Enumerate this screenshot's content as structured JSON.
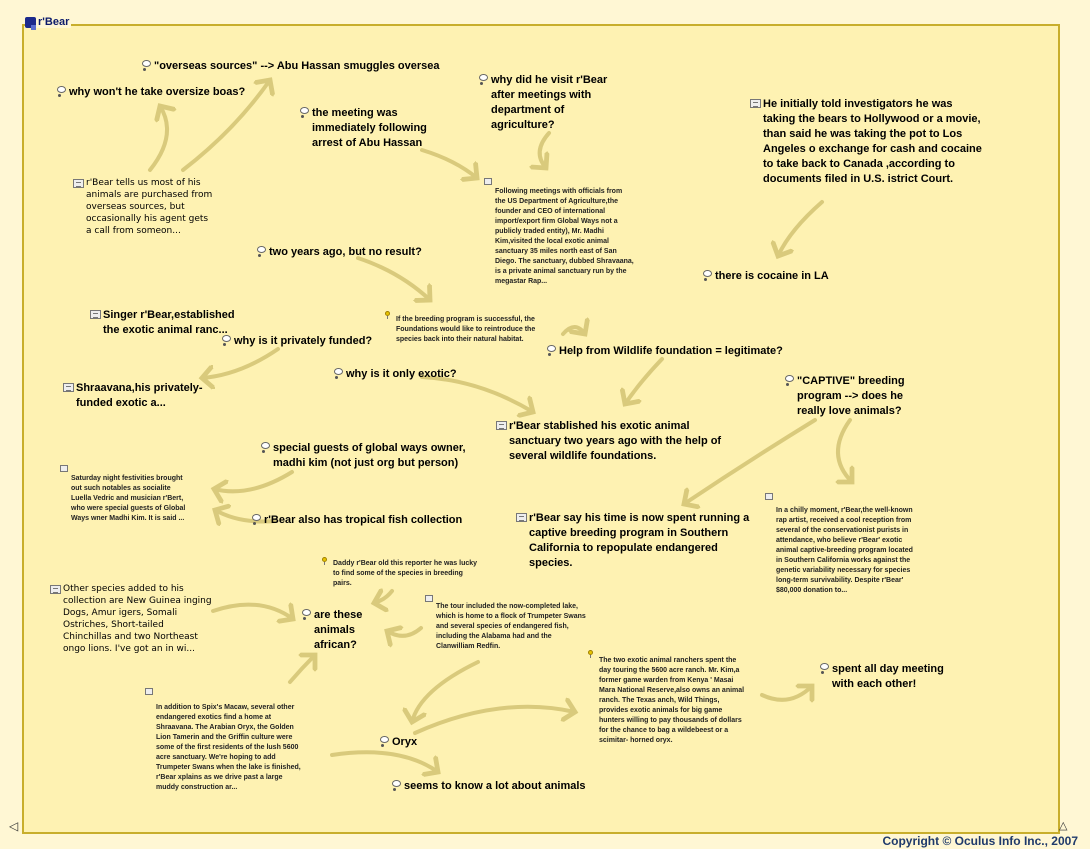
{
  "app": {
    "title": "r'Bear",
    "copyright": "Copyright © Oculus Info Inc., 2007"
  },
  "icons": {
    "thought": "thought-bubble-icon",
    "note": "note-icon",
    "doc": "document-icon",
    "bulb": "lightbulb-icon",
    "nav_left": "triangle-left-icon",
    "nav_up": "triangle-up-icon"
  },
  "colors": {
    "panel": "#fef2b2",
    "border": "#c8ae2c",
    "link": "#d9ca7c",
    "copyright": "#1f3a6b"
  },
  "nodes": {
    "n1": "\"overseas sources\" --> Abu Hassan smuggles oversea",
    "n2": "why won't he take oversize boas?",
    "n3": "the meeting was immediately following arrest of Abu Hassan",
    "n4": "why did he visit r'Bear after meetings with department of agriculture?",
    "n5": "He initially told investigators he was taking the bears to Hollywood or a movie, than said he was taking the pot to Los Angeles o exchange for cash and cocaine to take back to Canada ,according to documents filed in U.S. istrict Court.",
    "n6": "r'Bear tells us most of his animals are purchased from overseas sources, but occasionally his agent gets a call from someon...",
    "n7": "Following meetings with officials from the US Department of Agriculture,the founder and CEO of international import/export firm Global Ways not a publicly traded entity), Mr. Madhi Kim,visited the local exotic animal sanctuary 35 miles north east of San Diego. The sanctuary, dubbed Shravaana, is a private animal sanctuary run by the megastar Rap...",
    "n8": "two years ago, but no result?",
    "n9": "there is cocaine in LA",
    "n10": "Singer r'Bear,established the exotic animal ranc...",
    "n11": "If the breeding program is successful, the Foundations would like to reintroduce the species back into their natural habitat.",
    "n12": "why is it privately funded?",
    "n13": "Help from Wildlife foundation = legitimate?",
    "n14": "why is it only exotic?",
    "n15": "Shraavana,his privately-funded exotic a...",
    "n16": "\"CAPTIVE\" breeding program --> does he really love animals?",
    "n17": "r'Bear stablished his exotic animal sanctuary two years ago with the help of several wildlife foundations.",
    "n18": "special guests of global ways owner, madhi kim (not just org but person)",
    "n19": "Saturday night festivities brought out such notables as socialite Luella Vedric and musician r'Bert, who were special guests of Global Ways wner Madhi Kim. It is said ...",
    "n20": "r'Bear also has tropical fish collection",
    "n21": "r'Bear say his time is now spent running a captive breeding program in Southern California to repopulate endangered species.",
    "n22": "In a chilly moment, r'Bear,the well-known rap artist, received a cool reception from several of the conservationist purists in attendance, who believe r'Bear' exotic animal captive-breeding program located in Southern California works against the genetic variability necessary for species long-term survivability. Despite r'Bear' $80,000 donation to...",
    "n23": "Daddy r'Bear old this reporter he was lucky to find some of the species in breeding pairs.",
    "n24": "Other species added to his collection are New Guinea inging Dogs, Amur igers, Somali Ostriches, Short-tailed Chinchillas and two Northeast ongo lions. I've got an in wi...",
    "n25": "are these animals african?",
    "n26": "The tour included the now-completed lake, which is home to a flock of Trumpeter Swans and several species of endangered fish, including the Alabama had and the Clanwilliam Redfin.",
    "n27": "The two exotic animal ranchers spent the day touring the 5600 acre ranch. Mr. Kim,a former game warden from Kenya ' Masai Mara National Reserve,also owns an animal ranch. The Texas anch, Wild Things, provides exotic animals for big game hunters willing to pay thousands of dollars for the chance to bag a wildebeest or a scimitar- horned oryx.",
    "n28": "spent all day meeting with each other!",
    "n29": "In addition to Spix's Macaw, several other endangered exotics find a home at Shraavana. The Arabian Oryx, the Golden Lion Tamerin and the Griffin culture were some of the first residents of the lush 5600 acre sanctuary. We're hoping to add Trumpeter Swans when the lake is finished, r'Bear xplains as we drive past a large muddy construction ar...",
    "n30": "Oryx",
    "n31": "seems to know a lot about animals"
  }
}
